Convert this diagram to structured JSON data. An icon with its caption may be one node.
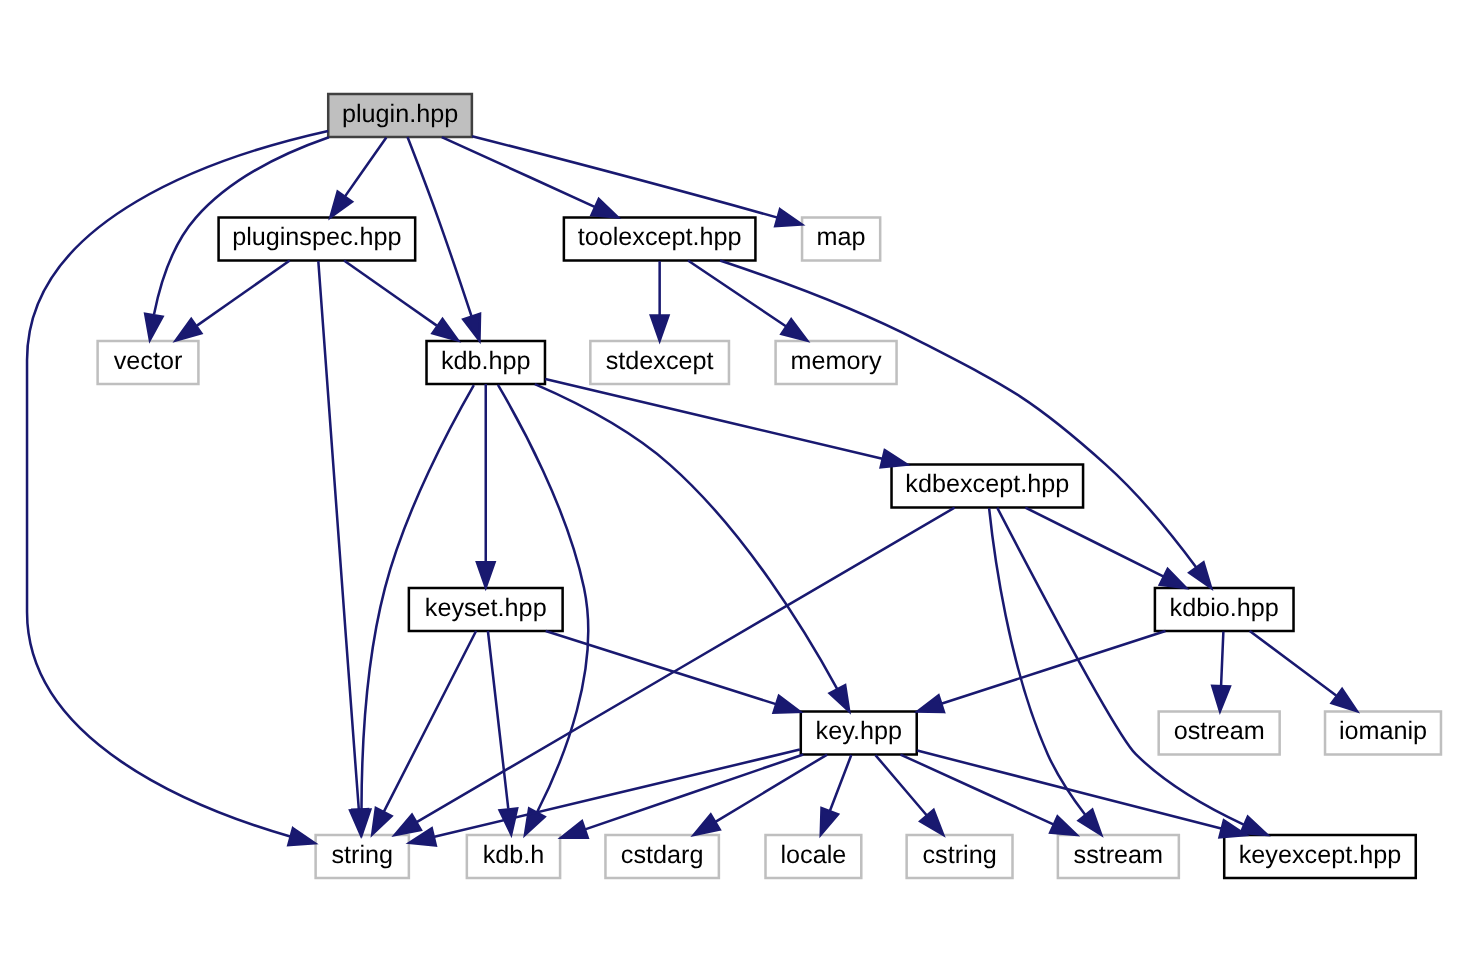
{
  "diagram": {
    "nodes": [
      {
        "text": [
          "plugin.hpp"
        ]
      },
      {
        "text": [
          "pluginspec.hpp"
        ]
      },
      {
        "text": [
          "toolexcept.hpp"
        ]
      },
      {
        "text": [
          "map"
        ]
      },
      {
        "text": [
          "vector"
        ]
      },
      {
        "text": [
          "kdb.hpp"
        ]
      },
      {
        "text": [
          "stdexcept"
        ]
      },
      {
        "text": [
          "memory"
        ]
      },
      {
        "text": [
          "kdbexcept.hpp"
        ]
      },
      {
        "text": [
          "kdbio.hpp"
        ]
      },
      {
        "text": [
          "keyset.hpp"
        ]
      },
      {
        "text": [
          "ostream"
        ]
      },
      {
        "text": [
          "iomanip"
        ]
      },
      {
        "text": [
          "key.hpp"
        ]
      },
      {
        "text": [
          "string"
        ]
      },
      {
        "text": [
          "sstream"
        ]
      },
      {
        "text": [
          "keyexcept.hpp"
        ]
      },
      {
        "text": [
          "locale"
        ]
      },
      {
        "text": [
          "cstring"
        ]
      },
      {
        "text": [
          "cstdarg"
        ]
      },
      {
        "text": [
          "kdb.h"
        ]
      }
    ],
    "edges": [
      {
        "from": 0,
        "to": 1,
        "arrow": "to"
      },
      {
        "from": 0,
        "to": 4,
        "arrow": "to"
      },
      {
        "from": 0,
        "to": 5,
        "arrow": "to"
      },
      {
        "from": 0,
        "to": 2,
        "arrow": "to"
      },
      {
        "from": 0,
        "to": 3,
        "arrow": "to"
      },
      {
        "from": 0,
        "to": 14,
        "arrow": "to"
      },
      {
        "from": 1,
        "to": 4,
        "arrow": "to"
      },
      {
        "from": 1,
        "to": 5,
        "arrow": "to"
      },
      {
        "from": 1,
        "to": 14,
        "arrow": "to"
      },
      {
        "from": 2,
        "to": 6,
        "arrow": "to"
      },
      {
        "from": 2,
        "to": 7,
        "arrow": "to"
      },
      {
        "from": 2,
        "to": 9,
        "arrow": "to"
      },
      {
        "from": 5,
        "to": 8,
        "arrow": "to"
      },
      {
        "from": 5,
        "to": 14,
        "arrow": "to"
      },
      {
        "from": 5,
        "to": 13,
        "arrow": "to"
      },
      {
        "from": 5,
        "to": 10,
        "arrow": "to"
      },
      {
        "from": 5,
        "to": 20,
        "arrow": "to"
      },
      {
        "from": 8,
        "to": 9,
        "arrow": "to"
      },
      {
        "from": 8,
        "to": 14,
        "arrow": "to"
      },
      {
        "from": 8,
        "to": 15,
        "arrow": "to"
      },
      {
        "from": 8,
        "to": 16,
        "arrow": "to"
      },
      {
        "from": 9,
        "to": 11,
        "arrow": "to"
      },
      {
        "from": 9,
        "to": 12,
        "arrow": "to"
      },
      {
        "from": 9,
        "to": 13,
        "arrow": "to"
      },
      {
        "from": 10,
        "to": 13,
        "arrow": "to"
      },
      {
        "from": 10,
        "to": 20,
        "arrow": "to"
      },
      {
        "from": 10,
        "to": 14,
        "arrow": "to"
      },
      {
        "from": 13,
        "to": 14,
        "arrow": "to"
      },
      {
        "from": 13,
        "to": 15,
        "arrow": "to"
      },
      {
        "from": 13,
        "to": 16,
        "arrow": "to"
      },
      {
        "from": 13,
        "to": 17,
        "arrow": "to"
      },
      {
        "from": 13,
        "to": 18,
        "arrow": "to"
      },
      {
        "from": 13,
        "to": 19,
        "arrow": "to"
      },
      {
        "from": 13,
        "to": 20,
        "arrow": "to"
      }
    ]
  }
}
